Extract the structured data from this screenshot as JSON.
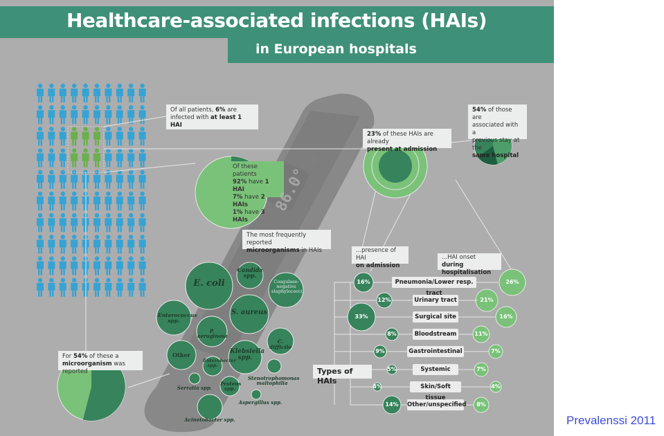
{
  "title": "Healthcare-associated infections (HAIs)",
  "subtitle": "in European hospitals",
  "callouts": {
    "all_patients": {
      "pre": "Of all patients, ",
      "pct": "6%",
      "mid": " are",
      "line2_pre": "infected with ",
      "line2_bold": "at least 1 HAI"
    },
    "of_these_patients": {
      "line1": "Of these patients",
      "r1_pct": "92%",
      "r1_txt": " have ",
      "r1_bold": "1 HAI",
      "r2_pct": "7%",
      "r2_txt": " have ",
      "r2_bold": "2 HAIs",
      "r3_pct": "1%",
      "r3_txt": " have ",
      "r3_bold": "3 HAIs"
    },
    "present_at_admission": {
      "pct": "23%",
      "txt": " of these HAIs are already",
      "bold": "present at admission"
    },
    "previous_stay": {
      "pct": "54%",
      "txt1": " of those are",
      "txt2": "associated with a",
      "txt3": "previous stay at the",
      "bold": "same hospital"
    },
    "microorganisms": {
      "line1": "The most frequently reported",
      "bold": "microorganisms",
      "tail": " in HAIs"
    },
    "microorganism_reported": {
      "pre": "For ",
      "pct": "54%",
      "mid": " of these a",
      "bold": "microorganism",
      "tail": " was reported"
    },
    "presence_on_admission": {
      "line1": "...presence of HAI",
      "bold": "on admission"
    },
    "onset_hospitalisation": {
      "line1": "...HAI onset",
      "bold": "during hospitalisation"
    }
  },
  "thermometer_display": "86.0°",
  "microorganisms": [
    "E. coli",
    "Candida spp.",
    "Coagulase-negative staphylococci",
    "Enterococcus spp.",
    "S. aureus",
    "P. aeruginosa",
    "Other",
    "Klebsiella spp.",
    "C. difficile",
    "Enterobacter spp.",
    "Serratia spp.",
    "Proteus spp.",
    "Stenotrophomonas maltophilia",
    "Aspergillus spp.",
    "Acinetobacter spp."
  ],
  "types_heading": "Types of HAIs",
  "hai_types": [
    {
      "name": "Pneumonia/Lower resp. tract",
      "admission": "16%",
      "onset": "26%"
    },
    {
      "name": "Urinary tract",
      "admission": "12%",
      "onset": "21%"
    },
    {
      "name": "Surgical site",
      "admission": "33%",
      "onset": "16%"
    },
    {
      "name": "Bloodstream",
      "admission": "8%",
      "onset": "11%"
    },
    {
      "name": "Gastrointestinal",
      "admission": "9%",
      "onset": "7%"
    },
    {
      "name": "Systemic",
      "admission": "5%",
      "onset": "7%"
    },
    {
      "name": "Skin/Soft tissue",
      "admission": "4%",
      "onset": "4%"
    },
    {
      "name": "Other/unspecified",
      "admission": "14%",
      "onset": "8%"
    }
  ],
  "footer": "Prevalenssi 2011",
  "colors": {
    "teal": "#3f9078",
    "person": "#36a3d5",
    "infected_person": "#6ab04c",
    "light_green": "#7ac279",
    "dark_green": "#37835c",
    "background": "#adadad"
  }
}
